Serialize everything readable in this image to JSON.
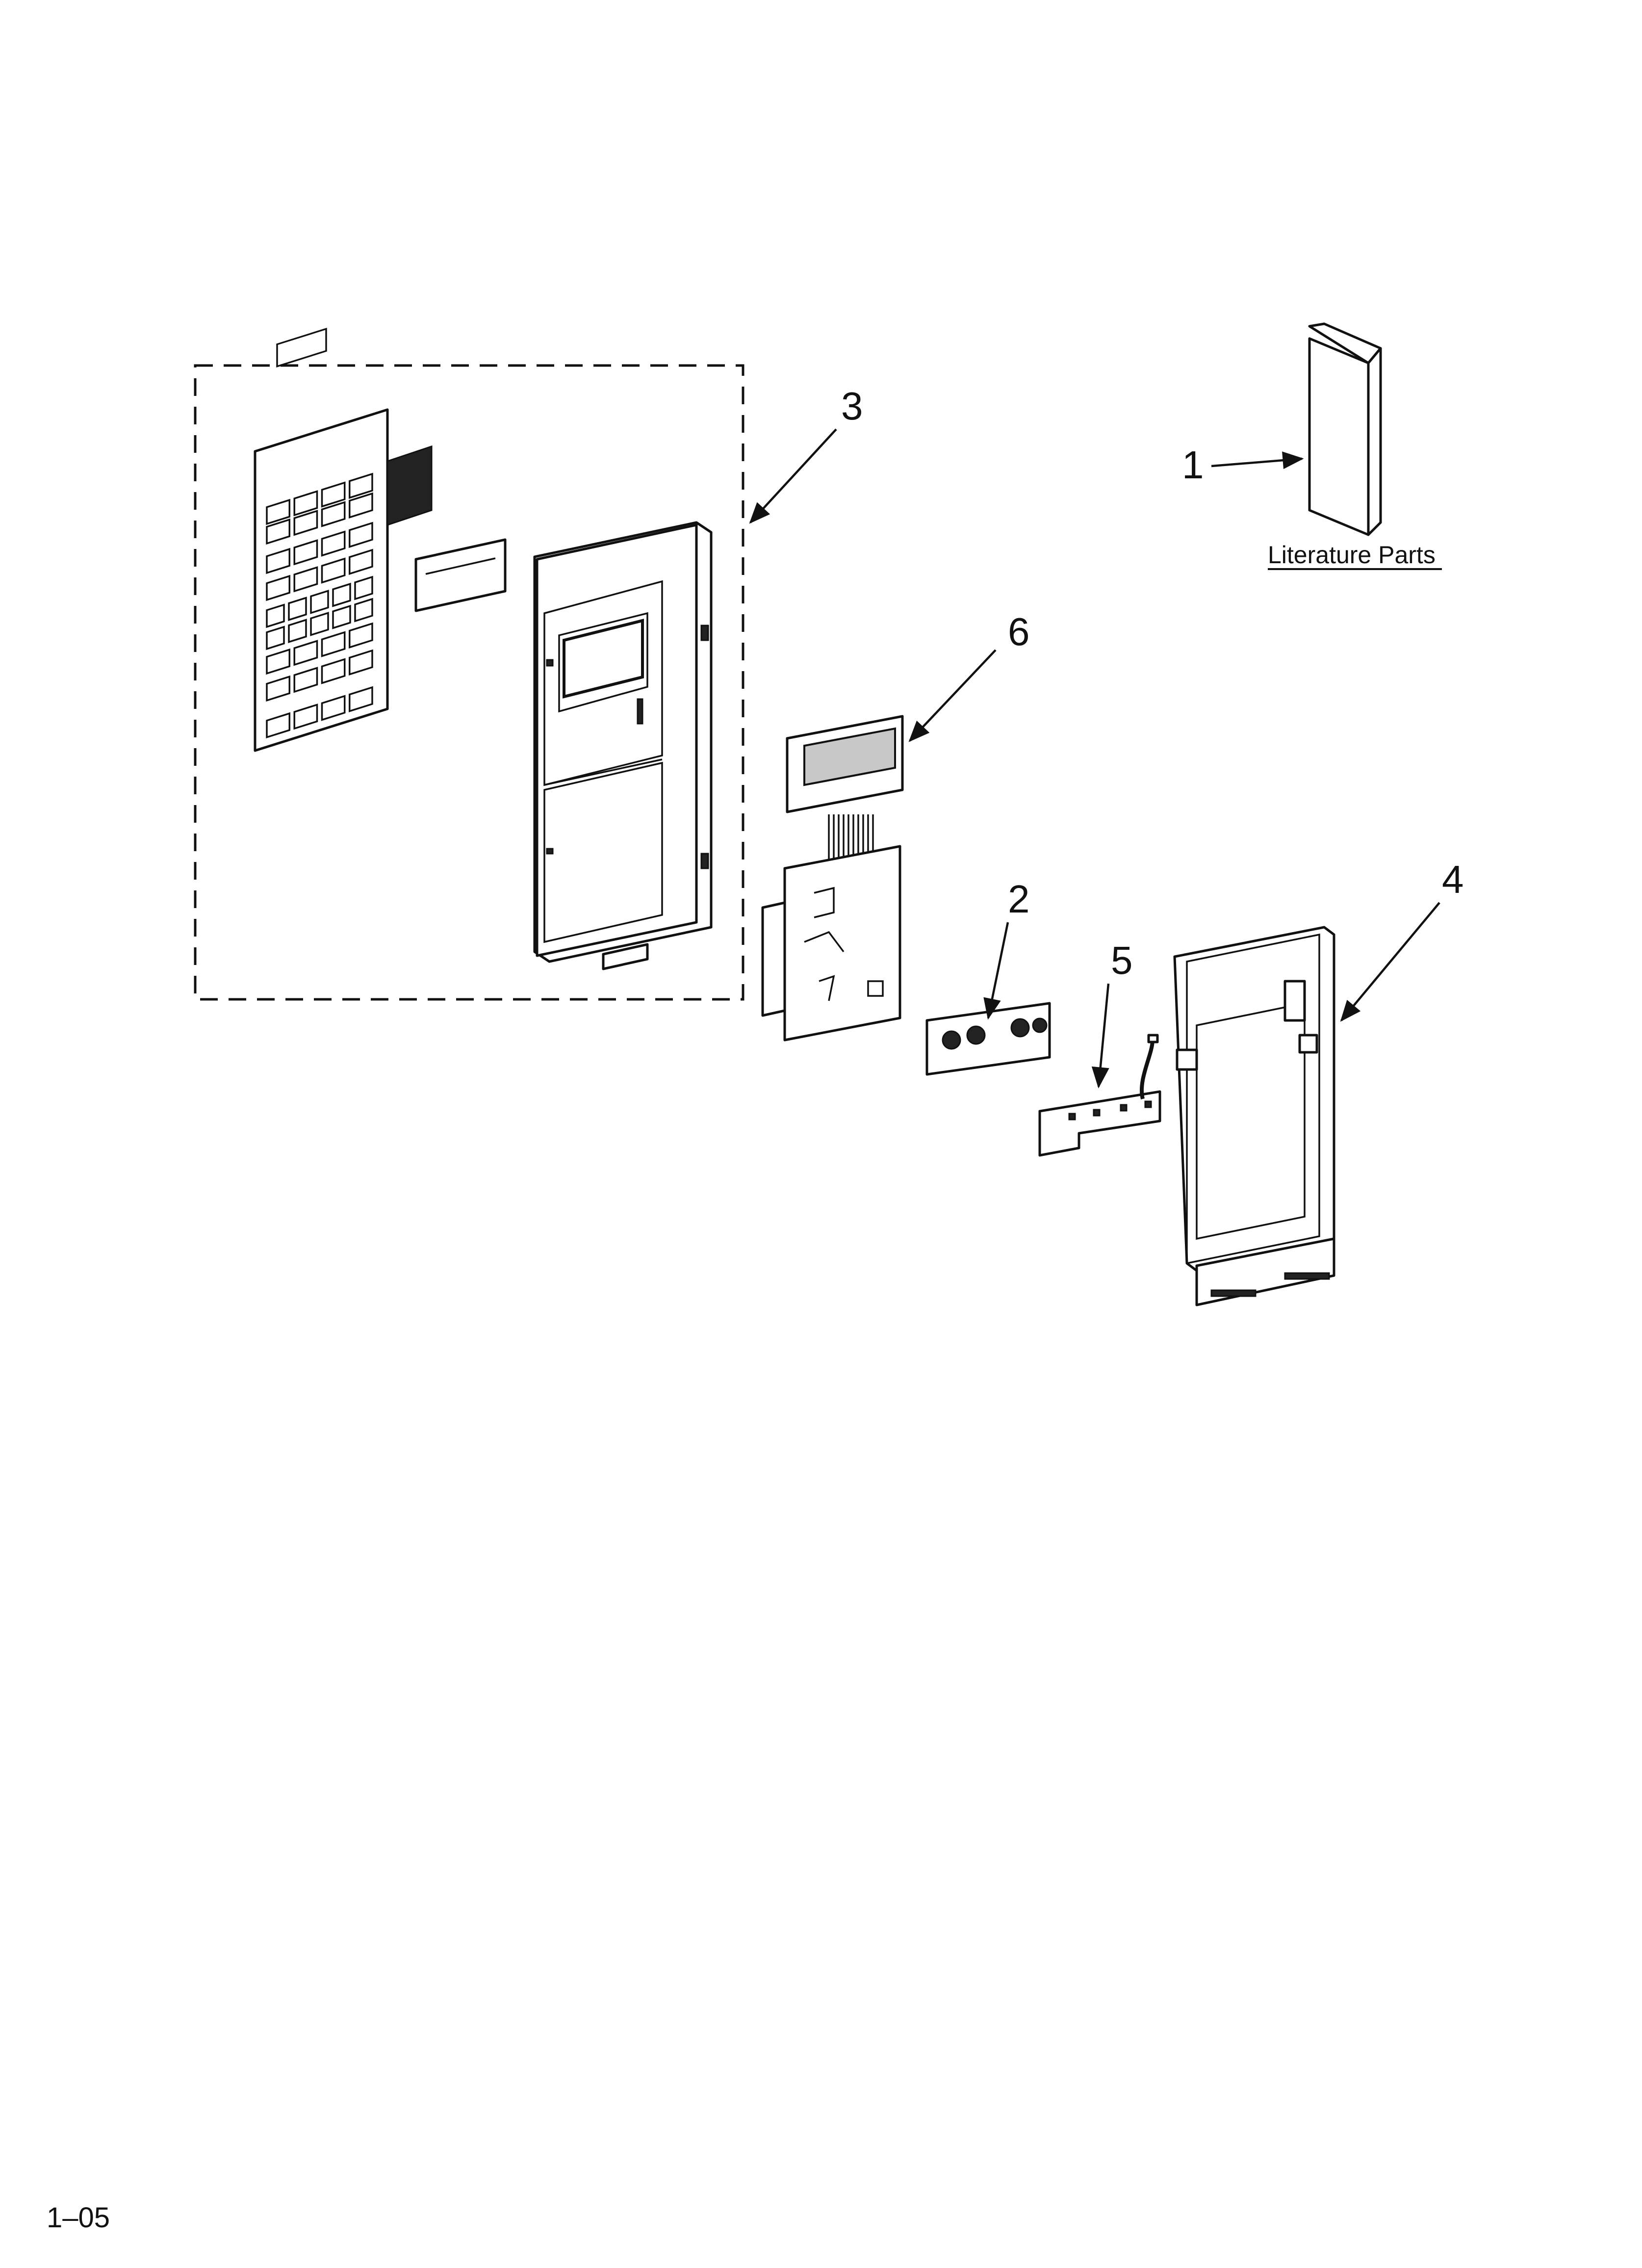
{
  "callouts": [
    {
      "id": "1",
      "label": "1"
    },
    {
      "id": "2",
      "label": "2"
    },
    {
      "id": "3",
      "label": "3"
    },
    {
      "id": "4",
      "label": "4"
    },
    {
      "id": "5",
      "label": "5"
    },
    {
      "id": "6",
      "label": "6"
    }
  ],
  "literature_label": "Literature Parts",
  "page_code": "1–05"
}
